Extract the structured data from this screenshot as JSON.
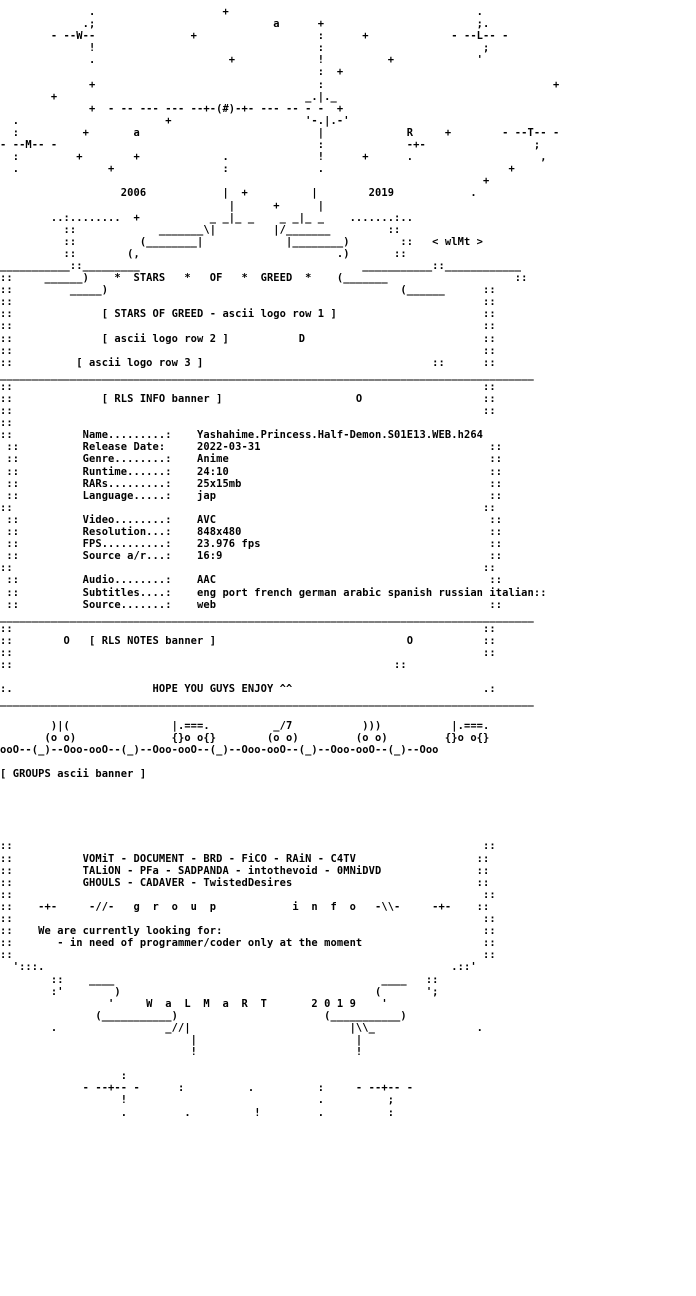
{
  "nfo": {
    "lines": [
      "              .                    +                                       .",
      "             .;                            a      +                        ;.",
      "        - --W--               +                   :      +             - --L-- -",
      "              !                                   :                         ;",
      "              .                     +             !          +             '",
      "                                                  :  +",
      "              +                                   :                                    +",
      "        +                                       _.|._",
      "              +  - -- --- --- --+-(#)-+- --- -- - -  +",
      "  .                       +                     '-.|.-'",
      "  :          +       a                            |             R     +        - --T-- -",
      "- --M-- -                                         :             -+-                 ;",
      "  :         +        +             .              !      +      .                    ,",
      "  .              +                 :              .                             +",
      "                                                                            +",
      "                   2006            |  +          |        2019            .",
      "                                    |      +      |",
      "        ..:........  +           _ _|_ _    _ _|_ _    .......:..",
      "          ::             _______\\|         |/_______         ::",
      "          ::          (________|             |________)        ::   < wlMt >",
      "          ::        (,                               .)       ::",
      "___________::_________                                   ___________::____________",
      "::     ______)    *  STARS   *   OF   *  GREED  *    (_______                    ::",
      "::         _____)                                              (______      ::",
      "::                                                                          ::",
      "::              [ STARS OF GREED - ascii logo row 1 ]                       ::",
      "::                                                                          ::",
      "::              [ ascii logo row 2 ]           D                            ::",
      "::                                                                          ::",
      "::          [ ascii logo row 3 ]                                    ::      ::",
      "____________________________________________________________________________________",
      "::                                                                          ::",
      "::              [ RLS INFO banner ]                     O                   ::",
      "::                                                                          ::",
      "::",
      "::           Name.........:    Yashahime.Princess.Half-Demon.S01E13.WEB.h264",
      " ::          Release Date:     2022-03-31                                    ::",
      " ::          Genre........:    Anime                                         ::",
      " ::          Runtime......:    24:10                                         ::",
      " ::          RARs.........:    25x15mb                                       ::",
      " ::          Language.....:    jap                                           ::",
      "::                                                                          ::",
      " ::          Video........:    AVC                                           ::",
      " ::          Resolution...:    848x480                                       ::",
      " ::          FPS..........:    23.976 fps                                    ::",
      " ::          Source a/r...:    16:9                                          ::",
      "::                                                                          ::",
      " ::          Audio........:    AAC                                           ::",
      " ::          Subtitles....:    eng port french german arabic spanish russian italian::",
      " ::          Source.......:    web                                           ::",
      "____________________________________________________________________________________",
      "::                                                                          ::",
      "::        O   [ RLS NOTES banner ]                              O           ::",
      "::                                                                          ::",
      "::                                                            ::",
      "",
      ":.                      HOPE YOU GUYS ENJOY ^^                              .:",
      "____________________________________________________________________________________",
      "",
      "        )|(                |.===.          _/7           )))           |.===.",
      "       (o o)               {}o o{}        (o o)         (o o)         {}o o{}",
      "ooO--(_)--Ooo-ooO--(_)--Ooo-ooO--(_)--Ooo-ooO--(_)--Ooo-ooO--(_)--Ooo",
      "",
      "[ GROUPS ascii banner ]",
      "",
      "",
      "",
      "",
      "",
      "::                                                                          ::",
      "::           VOMiT - DOCUMENT - BRD - FiCO - RAiN - C4TV                   ::",
      "::           TALiON - PFa - SADPANDA - intothevoid - 0MNiDVD               ::",
      "::           GHOULS - CADAVER - TwistedDesires                             ::",
      "::                                                                          ::",
      "::    -+-     -//-   g  r  o  u  p            i  n  f  o   -\\\\-     -+-    ::",
      "::                                                                          ::",
      "::    We are currently looking for:                                         ::",
      "::       - in need of programmer/coder only at the moment                   ::",
      "::                                                                          ::",
      "  ':::.                                                                .::'",
      "        ::    ____                                          ____   ::",
      "        :'        )                                        (       ';",
      "                 '     W  a  L  M  a  R  T       2 0 1 9    '",
      "               (___________)                       (___________)",
      "        .                 _//|                         |\\\\_                .",
      "                              |                         |",
      "                              !                         !",
      "",
      "                   :",
      "             - --+-- -      :          .          :     - --+-- -",
      "                   !                              .          ;",
      "                   .         .          !         .          :"
    ]
  }
}
